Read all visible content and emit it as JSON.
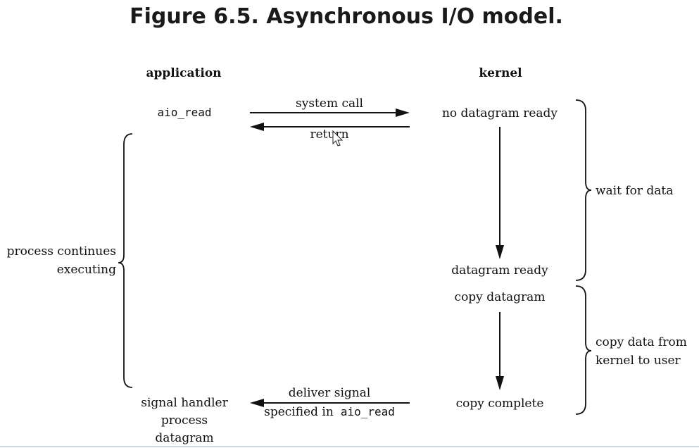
{
  "title": "Figure 6.5. Asynchronous I/O model.",
  "columns": {
    "application": "application",
    "kernel": "kernel"
  },
  "application": {
    "call": "aio_read",
    "process_continues_line1": "process continues",
    "process_continues_line2": "executing",
    "handler_line1": "signal handler",
    "handler_line2": "process",
    "handler_line3": "datagram"
  },
  "arrows": {
    "system_call": "system call",
    "return": "return",
    "deliver_signal_line1": "deliver signal",
    "deliver_signal_line2_prefix": "specified in",
    "deliver_signal_line2_code": "aio_read"
  },
  "kernel": {
    "no_datagram_ready": "no datagram ready",
    "datagram_ready": "datagram ready",
    "copy_datagram": "copy datagram",
    "copy_complete": "copy complete"
  },
  "phases": {
    "wait_for_data": "wait for data",
    "copy_line1": "copy data from",
    "copy_line2": "kernel to user"
  }
}
